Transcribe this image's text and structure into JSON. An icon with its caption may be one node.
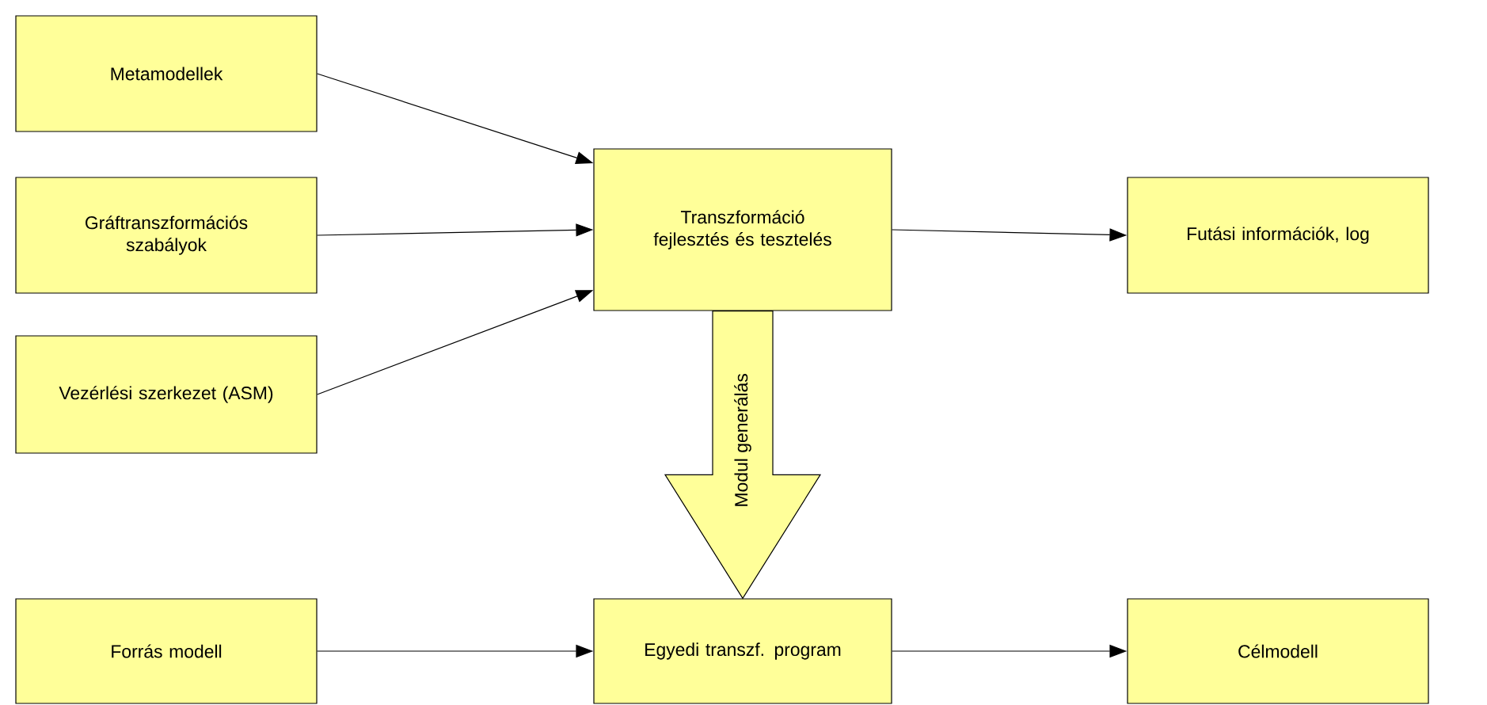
{
  "diagram": {
    "nodes": [
      {
        "text": [
          "Metamodellek"
        ]
      },
      {
        "text": [
          "Gráftranszformációs szabályok"
        ]
      },
      {
        "text": [
          "Vezérlési szerkezet (ASM)"
        ]
      },
      {
        "text": [
          "Transzformáció fejlesztés és tesztelés"
        ]
      },
      {
        "text": [
          "Futási információk, log"
        ]
      },
      {
        "text": [
          "Forrás modell"
        ]
      },
      {
        "text": [
          "Egyedi transzf. program"
        ]
      },
      {
        "text": [
          "Célmodell"
        ]
      }
    ],
    "edges": [
      {
        "from": 0,
        "to": 3,
        "arrow": "to"
      },
      {
        "from": 1,
        "to": 3,
        "arrow": "to"
      },
      {
        "from": 2,
        "to": 3,
        "arrow": "to"
      },
      {
        "from": 3,
        "to": 4,
        "arrow": "to"
      },
      {
        "from": 3,
        "to": 6,
        "arrow": "to",
        "label": "Modul generálás",
        "style": "thick"
      },
      {
        "from": 5,
        "to": 6,
        "arrow": "to"
      },
      {
        "from": 6,
        "to": 7,
        "arrow": "to"
      }
    ]
  }
}
